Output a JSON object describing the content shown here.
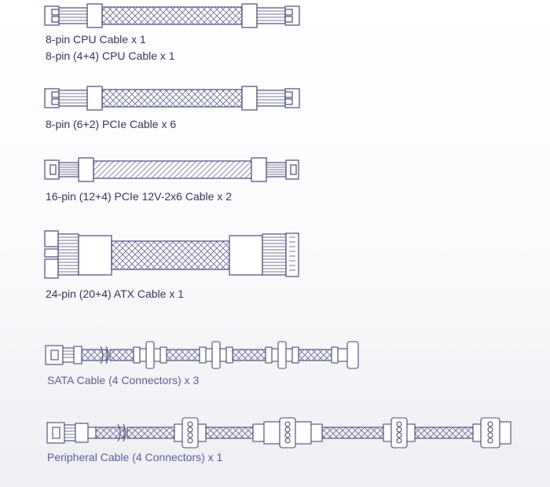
{
  "colors": {
    "line": "#4a4a78",
    "text_primary": "#35355e",
    "text_accent": "#5b5d9c"
  },
  "cables": [
    {
      "id": "cpu",
      "icon": "cpu-cable-icon",
      "labels": [
        "8-pin CPU Cable x 1",
        "8-pin (4+4) CPU Cable x 1"
      ]
    },
    {
      "id": "pcie",
      "icon": "pcie-cable-icon",
      "labels": [
        "8-pin (6+2) PCIe Cable x 6"
      ]
    },
    {
      "id": "pcie16",
      "icon": "pcie-12v-2x6-cable-icon",
      "labels": [
        "16-pin (12+4) PCIe 12V-2x6 Cable x 2"
      ]
    },
    {
      "id": "atx",
      "icon": "atx-cable-icon",
      "labels": [
        "24-pin (20+4) ATX Cable x 1"
      ]
    },
    {
      "id": "sata",
      "icon": "sata-cable-icon",
      "labels": [
        "SATA Cable (4 Connectors) x 3"
      ]
    },
    {
      "id": "peripheral",
      "icon": "peripheral-cable-icon",
      "labels": [
        "Peripheral Cable (4 Connectors) x 1"
      ]
    }
  ]
}
